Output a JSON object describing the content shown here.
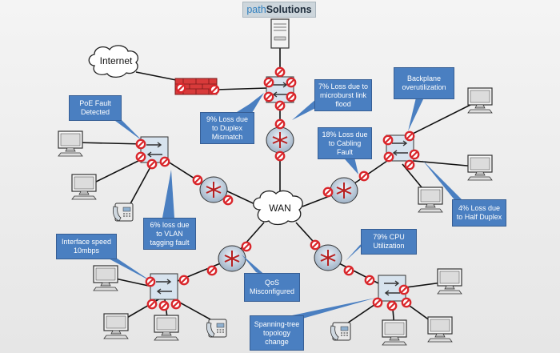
{
  "logo": {
    "part1": "path",
    "part2": "Solutions"
  },
  "clouds": {
    "internet": "Internet",
    "wan": "WAN"
  },
  "callouts": [
    {
      "id": "duplex-mismatch",
      "text": "9% Loss due to Duplex Mismatch"
    },
    {
      "id": "microburst",
      "text": "7% Loss due to microburst link flood"
    },
    {
      "id": "backplane",
      "text": "Backplane overutilization"
    },
    {
      "id": "poe-fault",
      "text": "PoE Fault Detected"
    },
    {
      "id": "cabling-fault",
      "text": "18% Loss due to Cabling Fault"
    },
    {
      "id": "half-duplex",
      "text": "4% Loss due to Half Duplex"
    },
    {
      "id": "vlan-tagging",
      "text": "6% loss due to VLAN tagging fault"
    },
    {
      "id": "interface-speed",
      "text": "Interface speed 10mbps"
    },
    {
      "id": "cpu-utilization",
      "text": "79% CPU Utilization"
    },
    {
      "id": "qos",
      "text": "QoS Misconfigured"
    },
    {
      "id": "spanning-tree",
      "text": "Spanning-tree topology change"
    }
  ],
  "colors": {
    "callout": "#4a7fc1",
    "fault_marker": "#d9262b",
    "device": "#d7e3ee",
    "link": "#111111"
  }
}
